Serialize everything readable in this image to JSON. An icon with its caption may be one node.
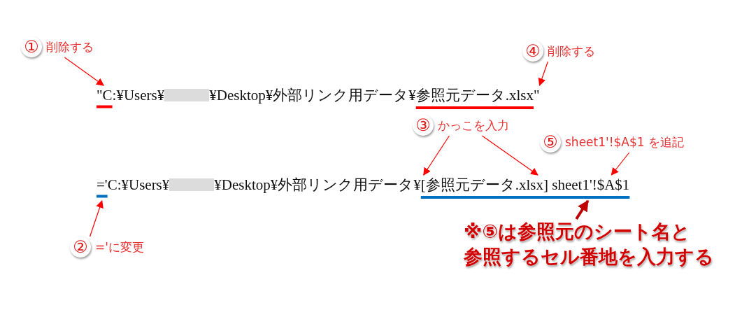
{
  "diagram": {
    "nodes": [
      {
        "text": [
          "①",
          "削除する"
        ]
      },
      {
        "text": [
          "④",
          "削除する"
        ]
      },
      {
        "text": [
          "③",
          "かっこを入力"
        ]
      },
      {
        "text": [
          "⑤",
          "sheet1'!$A$1 を追記"
        ]
      },
      {
        "text": [
          "②",
          "='に変更"
        ]
      },
      {
        "text": [
          "※⑤は参照元のシート名と参照するセル番地を入力する"
        ]
      },
      {
        "text": [
          "\"C:¥Users¥",
          "¥Desktop¥外部リンク用データ¥参照元データ.xlsx\""
        ]
      },
      {
        "text": [
          "='C:¥Users¥",
          "¥Desktop¥外部リンク用データ¥[参照元データ.xlsx] sheet1'!$A$1"
        ]
      }
    ],
    "edges": [
      {
        "from": 0,
        "to": 6,
        "arrow": "to"
      },
      {
        "from": 1,
        "to": 6,
        "arrow": "to"
      },
      {
        "from": 2,
        "to": 7,
        "arrow": "to"
      },
      {
        "from": 2,
        "to": 7,
        "arrow": "to"
      },
      {
        "from": 3,
        "to": 7,
        "arrow": "to"
      },
      {
        "from": 4,
        "to": 7,
        "arrow": "to"
      },
      {
        "from": 5,
        "to": 7,
        "arrow": "to",
        "style": "thick",
        "color": "#c00000"
      }
    ]
  }
}
